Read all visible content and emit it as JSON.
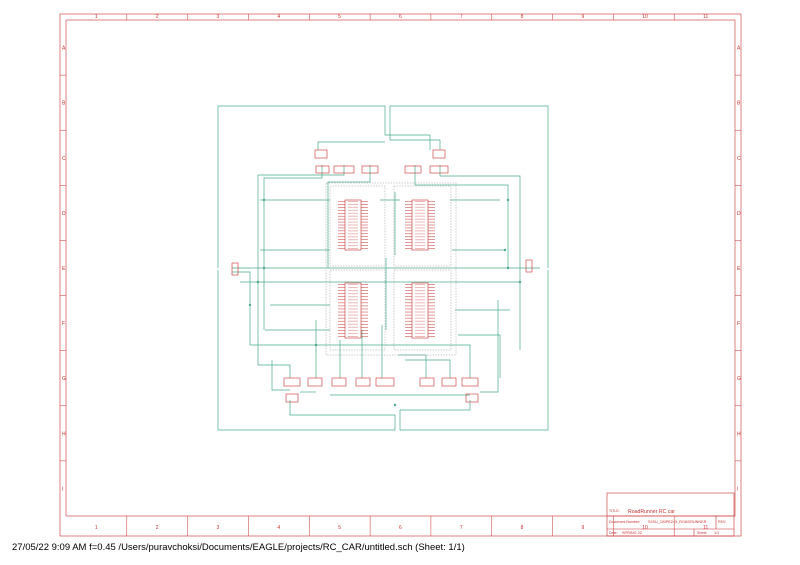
{
  "frame": {
    "columns": [
      "1",
      "2",
      "3",
      "4",
      "5",
      "6",
      "7",
      "8",
      "9",
      "10",
      "11"
    ],
    "rows": [
      "A",
      "B",
      "C",
      "D",
      "E",
      "F",
      "G",
      "H",
      "I"
    ]
  },
  "title_block": {
    "title_label": "TITLE:",
    "title": "RoadRunner RC car",
    "doc_number_label": "Document Number:",
    "doc_number": "SJSU_CMPE243_ROADRUNNER",
    "rev_label": "REV:",
    "date_label": "Date:",
    "date": "SPRING 22",
    "sheet_label": "Sheet:",
    "sheet": "1/1"
  },
  "footer": {
    "status_line": "27/05/22 9:09 AM  f=0.45  /Users/puravchoksi/Documents/EAGLE/projects/RC_CAR/untitled.sch (Sheet: 1/1)"
  },
  "colors": {
    "frame": "#c83030",
    "wire": "#4aaa8a",
    "component": "#c83030",
    "outline": "#9a9a9a"
  }
}
